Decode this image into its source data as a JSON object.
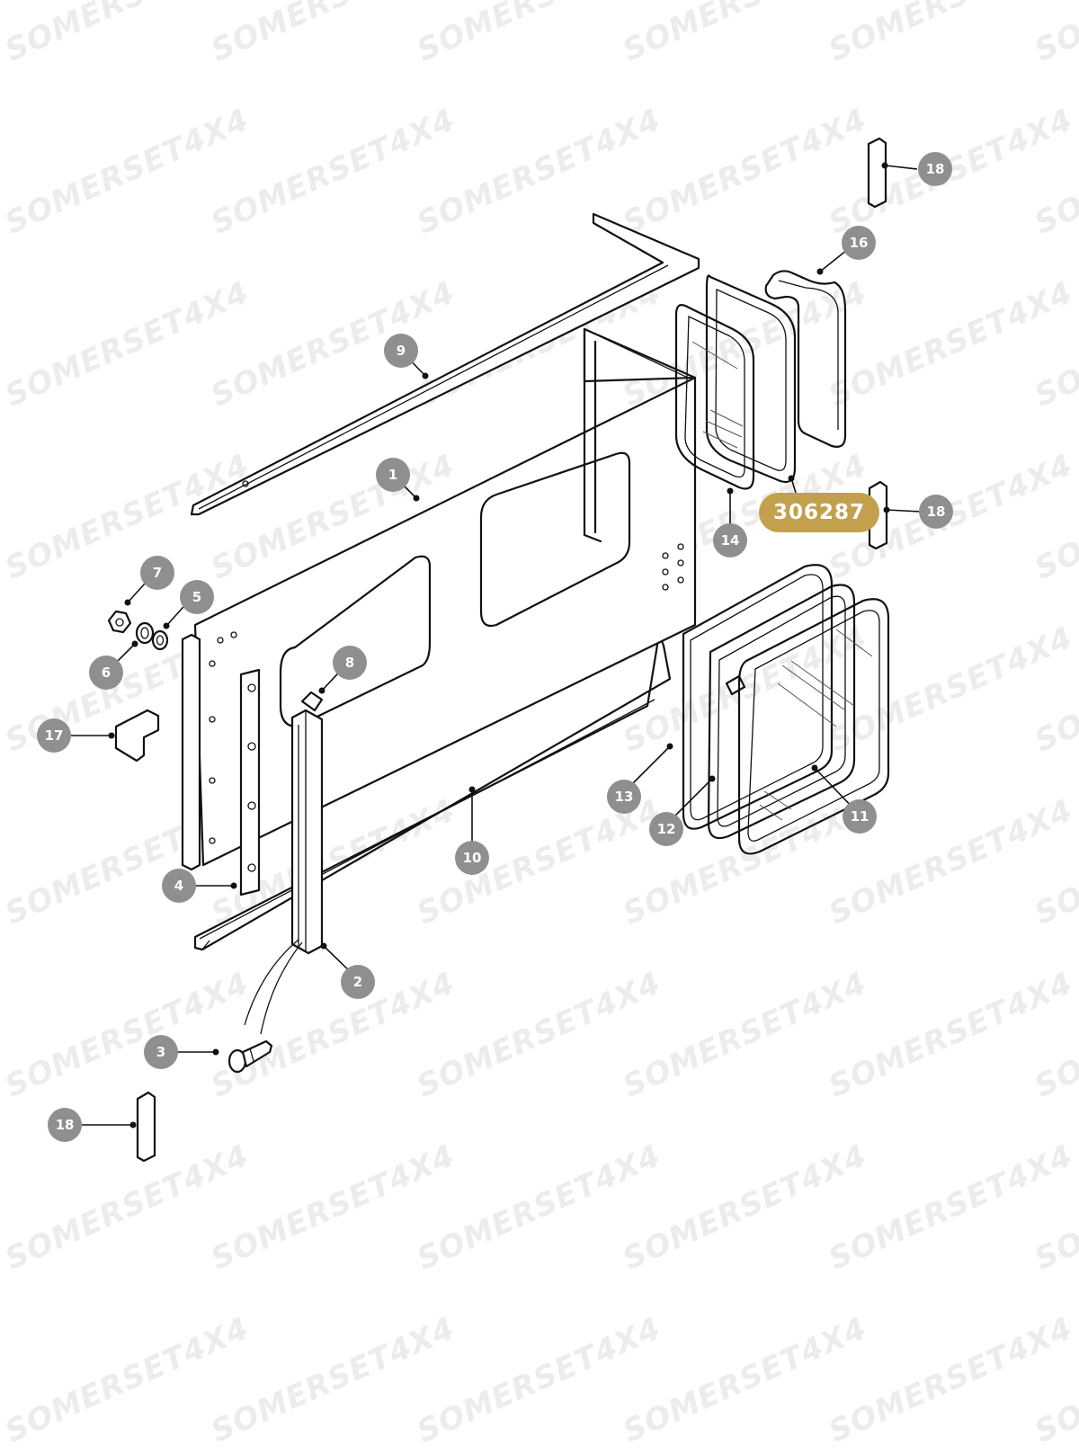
{
  "watermark": "SOMERSET4X4",
  "highlight": {
    "part_number": "306287",
    "color": "#c2a04e"
  },
  "callouts": [
    {
      "id": "1",
      "label": "1"
    },
    {
      "id": "2",
      "label": "2"
    },
    {
      "id": "3",
      "label": "3"
    },
    {
      "id": "4",
      "label": "4"
    },
    {
      "id": "5",
      "label": "5"
    },
    {
      "id": "6",
      "label": "6"
    },
    {
      "id": "7",
      "label": "7"
    },
    {
      "id": "8",
      "label": "8"
    },
    {
      "id": "9",
      "label": "9"
    },
    {
      "id": "10",
      "label": "10"
    },
    {
      "id": "11",
      "label": "11"
    },
    {
      "id": "12",
      "label": "12"
    },
    {
      "id": "13",
      "label": "13"
    },
    {
      "id": "14",
      "label": "14"
    },
    {
      "id": "16",
      "label": "16"
    },
    {
      "id": "17",
      "label": "17"
    },
    {
      "id": "18a",
      "label": "18"
    },
    {
      "id": "18b",
      "label": "18"
    },
    {
      "id": "18c",
      "label": "18"
    }
  ],
  "colors": {
    "callout": "#8f8f8f",
    "line": "#111111",
    "watermark": "#ececec"
  }
}
